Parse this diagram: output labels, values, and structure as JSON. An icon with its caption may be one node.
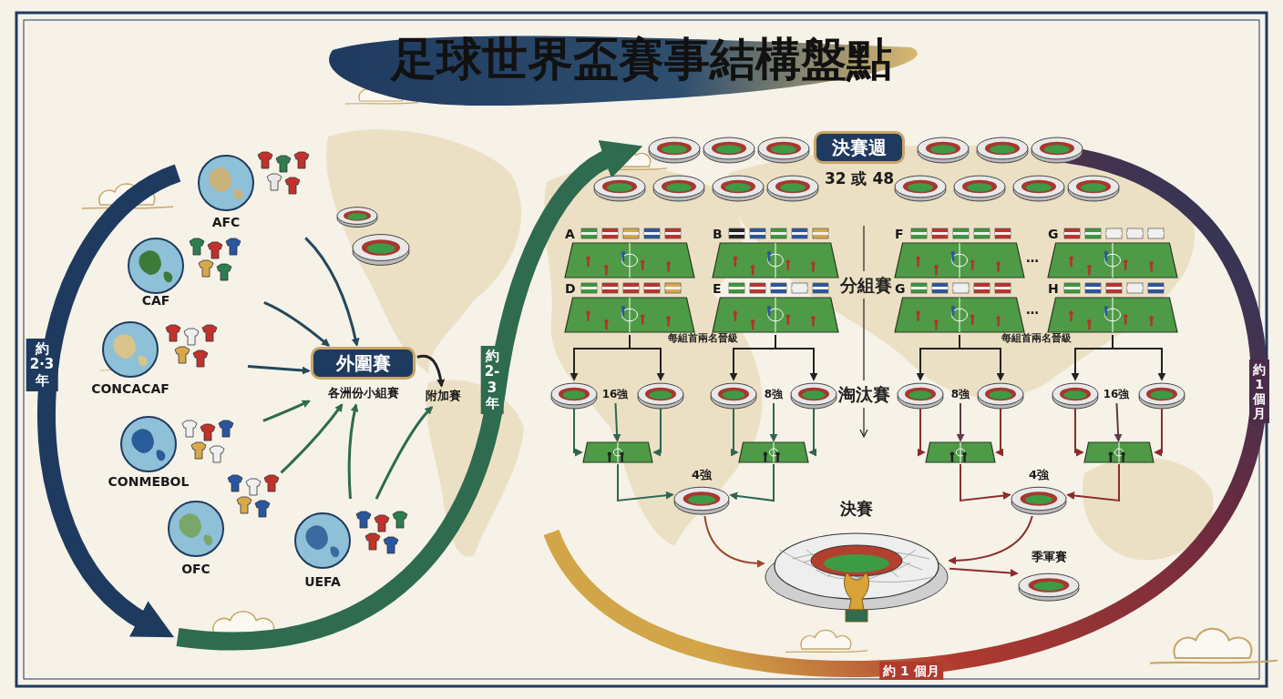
{
  "diagram": {
    "title": "足球世界盃賽事結構盤點",
    "nodes": [
      {
        "text": [
          "AFC"
        ]
      },
      {
        "text": [
          "CAF"
        ]
      },
      {
        "text": [
          "CONCACAF"
        ]
      },
      {
        "text": [
          "CONMEBOL"
        ]
      },
      {
        "text": [
          "OFC"
        ]
      },
      {
        "text": [
          "UEFA"
        ]
      },
      {
        "text": [
          "外圍賽"
        ],
        "beside": [
          "各洲份小組賽"
        ]
      },
      {
        "text": [
          "附加賽"
        ]
      },
      {
        "text": [
          "決賽週"
        ],
        "beside": [
          "32 或 48"
        ]
      },
      {
        "text": [
          "A"
        ]
      },
      {
        "text": [
          "B"
        ]
      },
      {
        "text": [
          "F"
        ]
      },
      {
        "text": [
          "G"
        ]
      },
      {
        "text": [
          "D"
        ]
      },
      {
        "text": [
          "E"
        ]
      },
      {
        "text": [
          "G"
        ]
      },
      {
        "text": [
          "H"
        ]
      },
      {
        "text": [],
        "shape": "picture"
      },
      {
        "text": [],
        "shape": "picture"
      },
      {
        "text": [
          "16強"
        ]
      },
      {
        "text": [],
        "shape": "picture"
      },
      {
        "text": [],
        "shape": "picture"
      },
      {
        "text": [],
        "shape": "picture"
      },
      {
        "text": [
          "8強"
        ]
      },
      {
        "text": [],
        "shape": "picture"
      },
      {
        "text": [],
        "shape": "picture"
      },
      {
        "text": [],
        "shape": "picture"
      },
      {
        "text": [
          "8強"
        ]
      },
      {
        "text": [],
        "shape": "picture"
      },
      {
        "text": [],
        "shape": "picture"
      },
      {
        "text": [],
        "shape": "picture"
      },
      {
        "text": [
          "16強"
        ]
      },
      {
        "text": [],
        "shape": "picture"
      },
      {
        "text": [
          "4強"
        ]
      },
      {
        "text": [
          "4強"
        ]
      },
      {
        "text": [
          "決賽"
        ]
      },
      {
        "text": [
          "季軍賽"
        ]
      }
    ],
    "edges": [
      {
        "from": 0,
        "to": 6,
        "arrow": "to",
        "color": "#24485c"
      },
      {
        "from": 1,
        "to": 6,
        "arrow": "to",
        "color": "#24485c"
      },
      {
        "from": 2,
        "to": 6,
        "arrow": "to",
        "color": "#24485c"
      },
      {
        "from": 3,
        "to": 6,
        "arrow": "to",
        "color": "#2e6b4f"
      },
      {
        "from": 4,
        "to": 6,
        "arrow": "to",
        "color": "#2e6b4f"
      },
      {
        "from": 5,
        "to": 6,
        "arrow": "to",
        "color": "#2e6b4f"
      },
      {
        "from": 5,
        "to": 7,
        "arrow": "to",
        "color": "#2e6b4f"
      },
      {
        "from": 6,
        "to": 7,
        "arrow": "to"
      },
      {
        "from": 13,
        "to": 17,
        "arrow": "to"
      },
      {
        "from": 13,
        "to": 18,
        "arrow": "to"
      },
      {
        "from": 14,
        "to": 21,
        "arrow": "to"
      },
      {
        "from": 14,
        "to": 22,
        "arrow": "to"
      },
      {
        "from": 15,
        "to": 25,
        "arrow": "to"
      },
      {
        "from": 15,
        "to": 26,
        "arrow": "to"
      },
      {
        "from": 16,
        "to": 29,
        "arrow": "to"
      },
      {
        "from": 16,
        "to": 30,
        "arrow": "to"
      },
      {
        "from": 17,
        "to": 20,
        "arrow": "to",
        "color": "#2f6650"
      },
      {
        "from": 18,
        "to": 20,
        "arrow": "to",
        "color": "#2f6650"
      },
      {
        "from": 19,
        "to": 20,
        "arrow": "to",
        "color": "#2f6650"
      },
      {
        "from": 21,
        "to": 24,
        "arrow": "to",
        "color": "#2f6650"
      },
      {
        "from": 22,
        "to": 24,
        "arrow": "to",
        "color": "#2f6650"
      },
      {
        "from": 23,
        "to": 24,
        "arrow": "to",
        "color": "#2f6650"
      },
      {
        "from": 20,
        "to": 33,
        "arrow": "to",
        "color": "#2f6650"
      },
      {
        "from": 24,
        "to": 33,
        "arrow": "to",
        "color": "#2f6650"
      },
      {
        "from": 25,
        "to": 28,
        "arrow": "to",
        "color": "#8b2c2c"
      },
      {
        "from": 26,
        "to": 28,
        "arrow": "to",
        "color": "#8b2c2c"
      },
      {
        "from": 27,
        "to": 28,
        "arrow": "to",
        "color": "#5e3a46"
      },
      {
        "from": 29,
        "to": 32,
        "arrow": "to",
        "color": "#8b2c2c"
      },
      {
        "from": 30,
        "to": 32,
        "arrow": "to",
        "color": "#8b2c2c"
      },
      {
        "from": 31,
        "to": 32,
        "arrow": "to",
        "color": "#5e3a46"
      },
      {
        "from": 28,
        "to": 34,
        "arrow": "to",
        "color": "#8b2c2c"
      },
      {
        "from": 32,
        "to": 34,
        "arrow": "to",
        "color": "#8b2c2c"
      },
      {
        "from": 33,
        "to": 35,
        "arrow": "to",
        "color": "#a0462e"
      },
      {
        "from": 34,
        "to": 35,
        "arrow": "to",
        "color": "#8b2c2c"
      },
      {
        "from": 35,
        "to": 36,
        "arrow": "to",
        "color": "#8b2c2c"
      }
    ],
    "labels": [
      "約 2·3 年",
      "約 2-3 年",
      "…",
      "分組賽",
      "…",
      "每組首兩名晉級",
      "每組首兩名晉級",
      "淘汰賽",
      "約 1 個月",
      "約 1 個月"
    ]
  }
}
